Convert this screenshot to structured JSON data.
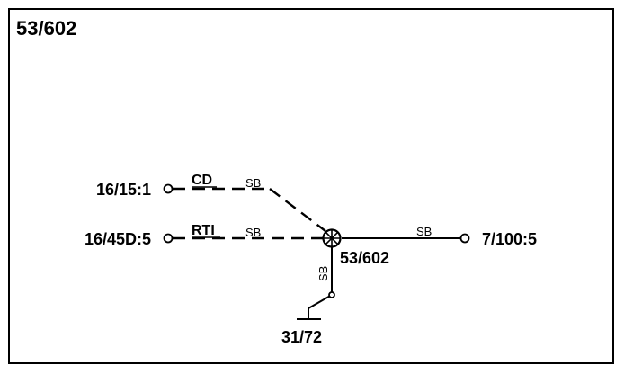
{
  "title": "53/602",
  "nodes": {
    "left_top": "16/15:1",
    "left_bottom": "16/45D:5",
    "splice": "53/602",
    "right": "7/100:5",
    "ground": "31/72"
  },
  "wires": {
    "top_name": "CD",
    "top_color": "SB",
    "bottom_name": "RTI",
    "bottom_color": "SB",
    "right_color": "SB",
    "ground_color": "SB"
  }
}
